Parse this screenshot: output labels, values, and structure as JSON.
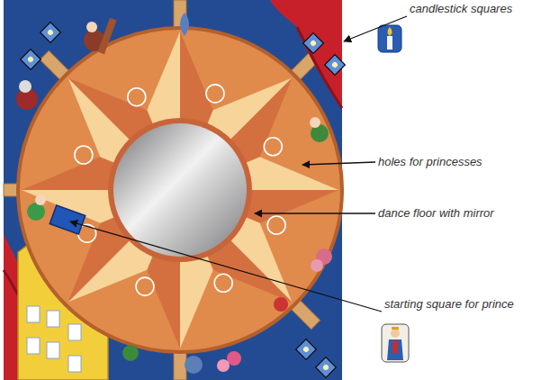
{
  "diagram": {
    "labels": [
      "candlestick squares",
      "holes for princesses",
      "dance floor with mirror",
      "starting square for prince"
    ]
  }
}
